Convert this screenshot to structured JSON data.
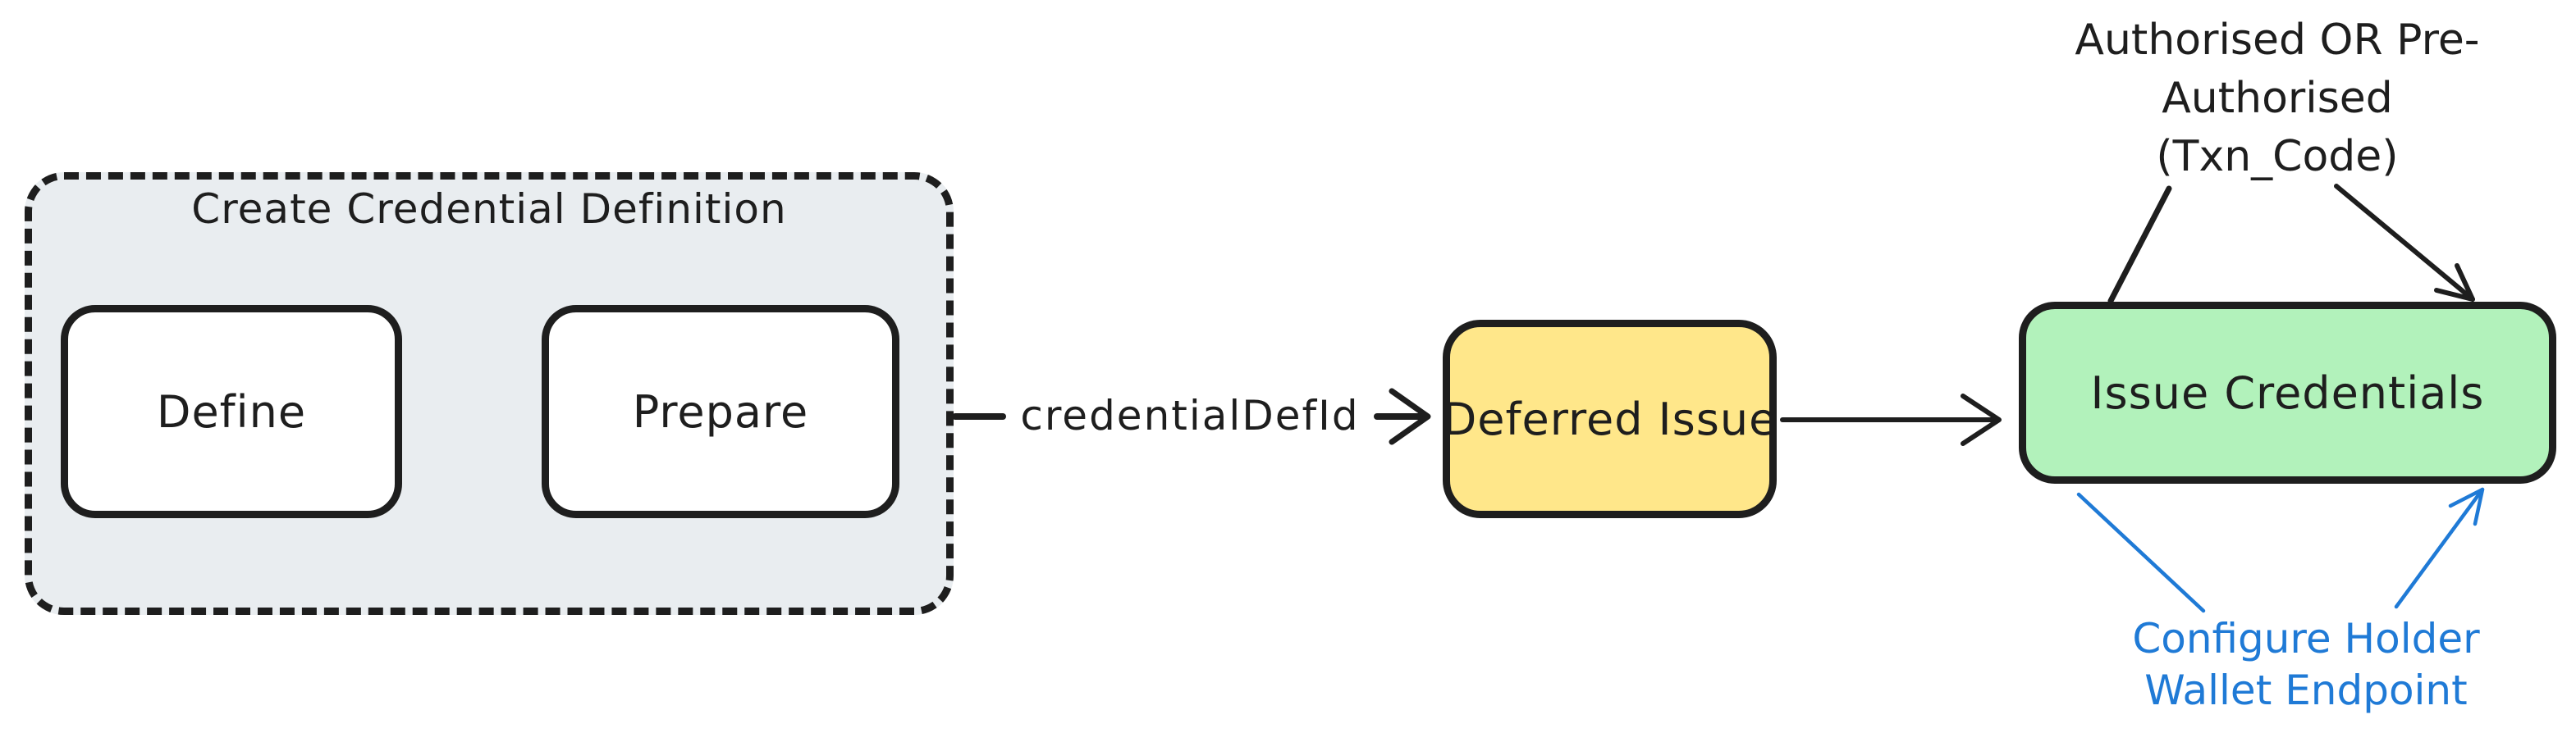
{
  "diagram": {
    "group": {
      "title": "Create Credential Definition",
      "nodes": {
        "define": "Define",
        "prepare": "Prepare"
      }
    },
    "nodes": {
      "deferred_issue": "Deferred Issue",
      "issue_credentials": "Issue Credentials"
    },
    "edges": {
      "credential_def_id": "credentialDefId"
    },
    "annotations": {
      "auth_lines": [
        "Authorised OR Pre-",
        "Authorised",
        "(Txn_Code)"
      ],
      "wallet_lines": [
        "Configure Holder",
        "Wallet Endpoint"
      ]
    },
    "colors": {
      "stroke": "#1e1e1e",
      "group_fill": "#e9edf0",
      "node_fill": "#ffffff",
      "deferred_fill": "#ffe78a",
      "issue_fill": "#b2f2bb",
      "blue": "#1f7ad6"
    }
  }
}
